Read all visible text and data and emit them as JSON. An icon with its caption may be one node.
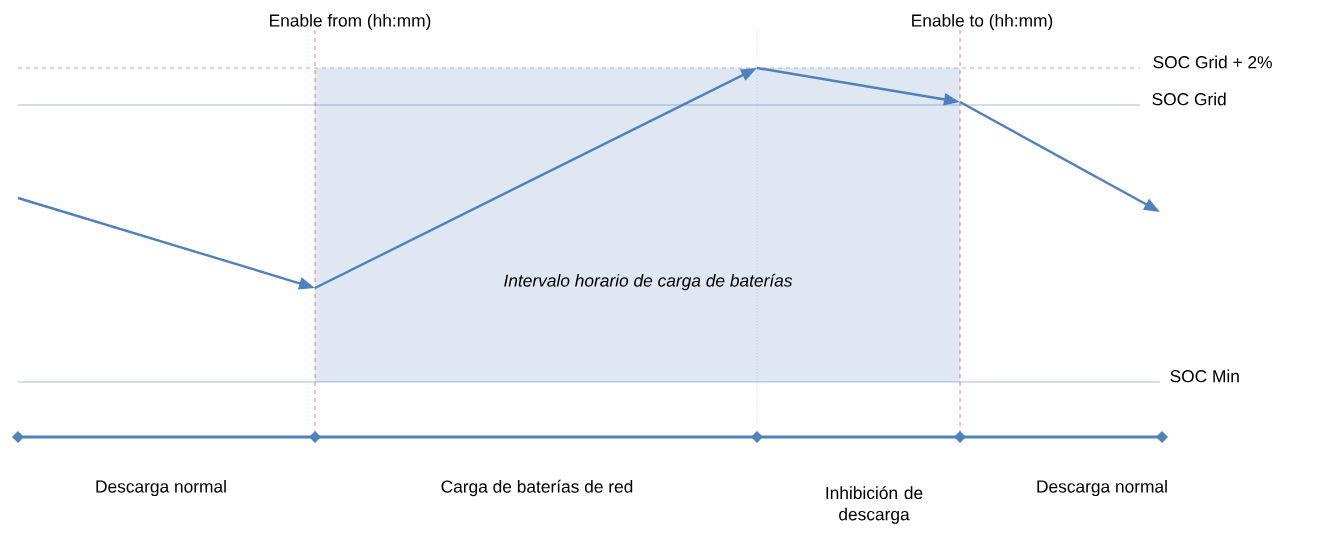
{
  "diagram": {
    "nodes": [
      {
        "text": [
          "Intervalo horario de carga de baterías"
        ]
      }
    ],
    "labels": [
      "Enable from (hh:mm)",
      "Enable to (hh:mm)",
      "SOC Grid + 2%",
      "SOC Grid",
      "SOC Min",
      "Descarga normal",
      "Carga de baterías de red",
      "Inhibición de descarga",
      "Descarga normal"
    ]
  }
}
